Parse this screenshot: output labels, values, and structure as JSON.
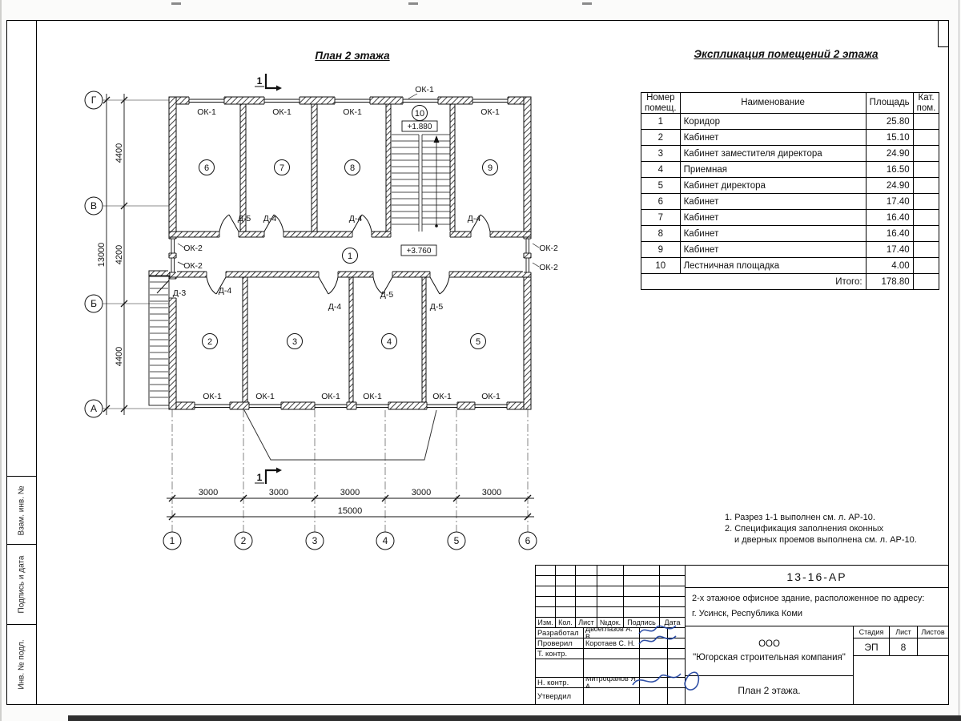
{
  "plan": {
    "title": "План 2 этажа",
    "section_mark": "1",
    "axes": {
      "rows": [
        "Г",
        "В",
        "Б",
        "А"
      ],
      "cols": [
        "1",
        "2",
        "3",
        "4",
        "5",
        "6"
      ]
    },
    "rooms": [
      "1",
      "2",
      "3",
      "4",
      "5",
      "6",
      "7",
      "8",
      "9",
      "10"
    ],
    "labels": {
      "ok1": "ОК-1",
      "ok2": "ОК-2",
      "d3": "Д-3",
      "d4": "Д-4",
      "d5": "Д-5"
    },
    "elevations": {
      "stair": "+1.880",
      "corridor": "+3.760"
    },
    "dims": {
      "v": [
        "4400",
        "4200",
        "4400"
      ],
      "v_total": "13000",
      "h": [
        "3000",
        "3000",
        "3000",
        "3000",
        "3000"
      ],
      "h_total": "15000"
    }
  },
  "schedule": {
    "title": "Экспликация помещений 2 этажа",
    "headers": {
      "num_line1": "Номер",
      "num_line2": "помещ.",
      "name": "Наименование",
      "area": "Площадь",
      "cat_line1": "Кат.",
      "cat_line2": "пом."
    },
    "rows": [
      {
        "num": "1",
        "name": "Коридор",
        "area": "25.80"
      },
      {
        "num": "2",
        "name": "Кабинет",
        "area": "15.10"
      },
      {
        "num": "3",
        "name": "Кабинет заместителя директора",
        "area": "24.90"
      },
      {
        "num": "4",
        "name": "Приемная",
        "area": "16.50"
      },
      {
        "num": "5",
        "name": "Кабинет директора",
        "area": "24.90"
      },
      {
        "num": "6",
        "name": "Кабинет",
        "area": "17.40"
      },
      {
        "num": "7",
        "name": "Кабинет",
        "area": "16.40"
      },
      {
        "num": "8",
        "name": "Кабинет",
        "area": "16.40"
      },
      {
        "num": "9",
        "name": "Кабинет",
        "area": "17.40"
      },
      {
        "num": "10",
        "name": "Лестничная площадка",
        "area": "4.00"
      }
    ],
    "total_label": "Итого:",
    "total_value": "178.80"
  },
  "notes": {
    "line1": "1. Разрез 1-1 выполнен см. л. АР-10.",
    "line2": "2. Спецификация заполнения оконных",
    "line3": "и дверных проемов выполнена см. л. АР-10."
  },
  "titleblock": {
    "doc_number": "13-16-АР",
    "project_line1": "2-х этажное офисное здание, расположенное по адресу:",
    "project_line2": "г. Усинск, Республика Коми",
    "columns": [
      "Изм.",
      "Кол.",
      "Лист",
      "№док.",
      "Подпись",
      "Дата"
    ],
    "roles": [
      {
        "role": "Разработал",
        "name": "Двоеглазов А. В."
      },
      {
        "role": "Проверил",
        "name": "Коротаев С. Н."
      },
      {
        "role": "Т. контр.",
        "name": ""
      },
      {
        "role": "Н. контр.",
        "name": "Митрофанов Я. А."
      },
      {
        "role": "Утвердил",
        "name": ""
      }
    ],
    "company_line1": "ООО",
    "company_line2": "\"Югорская строительная компания\"",
    "stage_label": "Стадия",
    "sheet_label": "Лист",
    "sheets_label": "Листов",
    "stage_value": "ЭП",
    "sheet_value": "8",
    "sheets_value": "",
    "sheet_title": "План 2 этажа."
  },
  "side_strip": {
    "cell1": "Взам. инв. №",
    "cell2": "Подпись и дата",
    "cell3": "Инв. № подл."
  }
}
